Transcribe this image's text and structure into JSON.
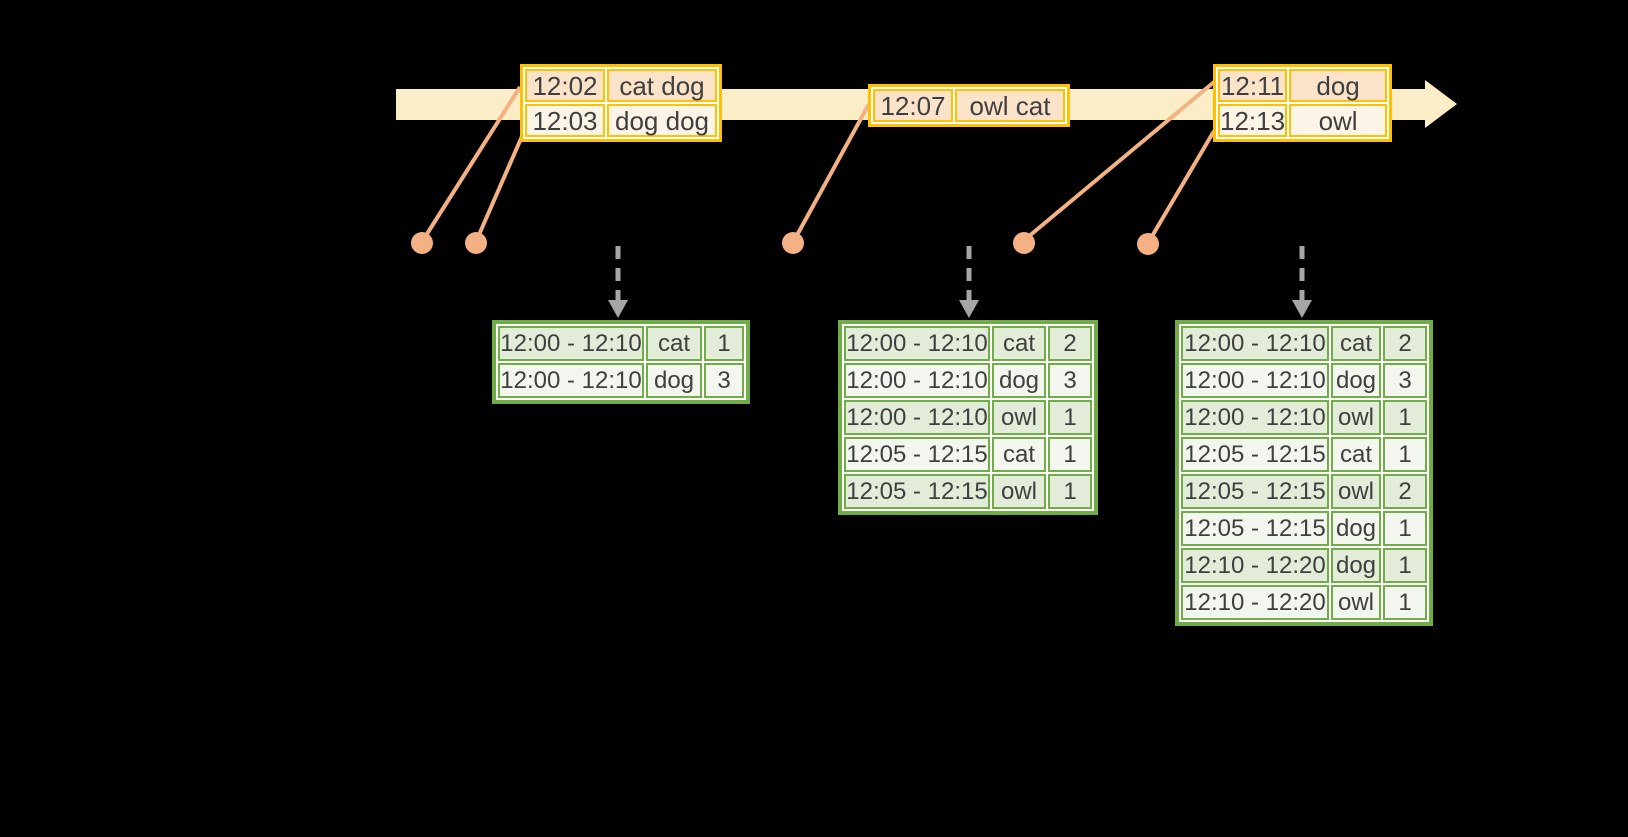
{
  "diagram": {
    "kind": "event-time windowed aggregation timeline",
    "icons": {
      "timeline_arrowhead": "right-arrow",
      "trigger_arrow": "dashed-down-arrow",
      "event_dot": "filled-circle"
    }
  },
  "colors": {
    "background": "#000000",
    "timeline_fill": "#FBEEC6",
    "event_border": "#FFC000",
    "event_row_dark": "#FAE3C8",
    "event_row_light": "#FDF4E8",
    "connector": "#F4B183",
    "result_border": "#70AD47",
    "result_row_dark": "#E3ECD9",
    "result_row_light": "#F2F6EE",
    "trigger_arrow": "#A6A6A6",
    "text": "#3F3F3F"
  },
  "event_tables": [
    {
      "rows": [
        {
          "time": "12:02",
          "words": "cat dog"
        },
        {
          "time": "12:03",
          "words": "dog dog"
        }
      ]
    },
    {
      "rows": [
        {
          "time": "12:07",
          "words": "owl cat"
        }
      ]
    },
    {
      "rows": [
        {
          "time": "12:11",
          "words": "dog"
        },
        {
          "time": "12:13",
          "words": "owl"
        }
      ]
    }
  ],
  "result_tables": [
    {
      "rows": [
        {
          "window": "12:00 - 12:10",
          "word": "cat",
          "count": "1"
        },
        {
          "window": "12:00 - 12:10",
          "word": "dog",
          "count": "3"
        }
      ]
    },
    {
      "rows": [
        {
          "window": "12:00 - 12:10",
          "word": "cat",
          "count": "2"
        },
        {
          "window": "12:00 - 12:10",
          "word": "dog",
          "count": "3"
        },
        {
          "window": "12:00 - 12:10",
          "word": "owl",
          "count": "1"
        },
        {
          "window": "12:05 - 12:15",
          "word": "cat",
          "count": "1"
        },
        {
          "window": "12:05 - 12:15",
          "word": "owl",
          "count": "1"
        }
      ]
    },
    {
      "rows": [
        {
          "window": "12:00 - 12:10",
          "word": "cat",
          "count": "2"
        },
        {
          "window": "12:00 - 12:10",
          "word": "dog",
          "count": "3"
        },
        {
          "window": "12:00 - 12:10",
          "word": "owl",
          "count": "1"
        },
        {
          "window": "12:05 - 12:15",
          "word": "cat",
          "count": "1"
        },
        {
          "window": "12:05 - 12:15",
          "word": "owl",
          "count": "2"
        },
        {
          "window": "12:05 - 12:15",
          "word": "dog",
          "count": "1"
        },
        {
          "window": "12:10 - 12:20",
          "word": "dog",
          "count": "1"
        },
        {
          "window": "12:10 - 12:20",
          "word": "owl",
          "count": "1"
        }
      ]
    }
  ]
}
